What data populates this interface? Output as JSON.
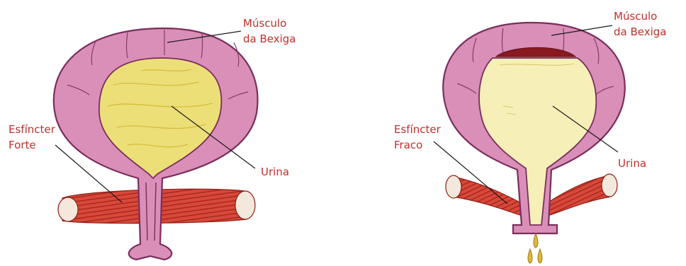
{
  "left_diagram": {
    "bladder_muscle_label": [
      "Músculo",
      "da Bexiga"
    ],
    "urine_label": "Urina",
    "sphincter_label": [
      "Esfíncter",
      "Forte"
    ]
  },
  "right_diagram": {
    "bladder_muscle_label": [
      "Músculo",
      "da Bexiga"
    ],
    "urine_label": "Urina",
    "sphincter_label": [
      "Esfíncter",
      "Fraco"
    ]
  },
  "colors": {
    "muscle": "#d98fb8",
    "muscle_outline": "#7a2e5c",
    "urine_full": "#ecdf78",
    "urine_light": "#f7efb8",
    "sphincter": "#d04030",
    "label": "#c0302a"
  }
}
